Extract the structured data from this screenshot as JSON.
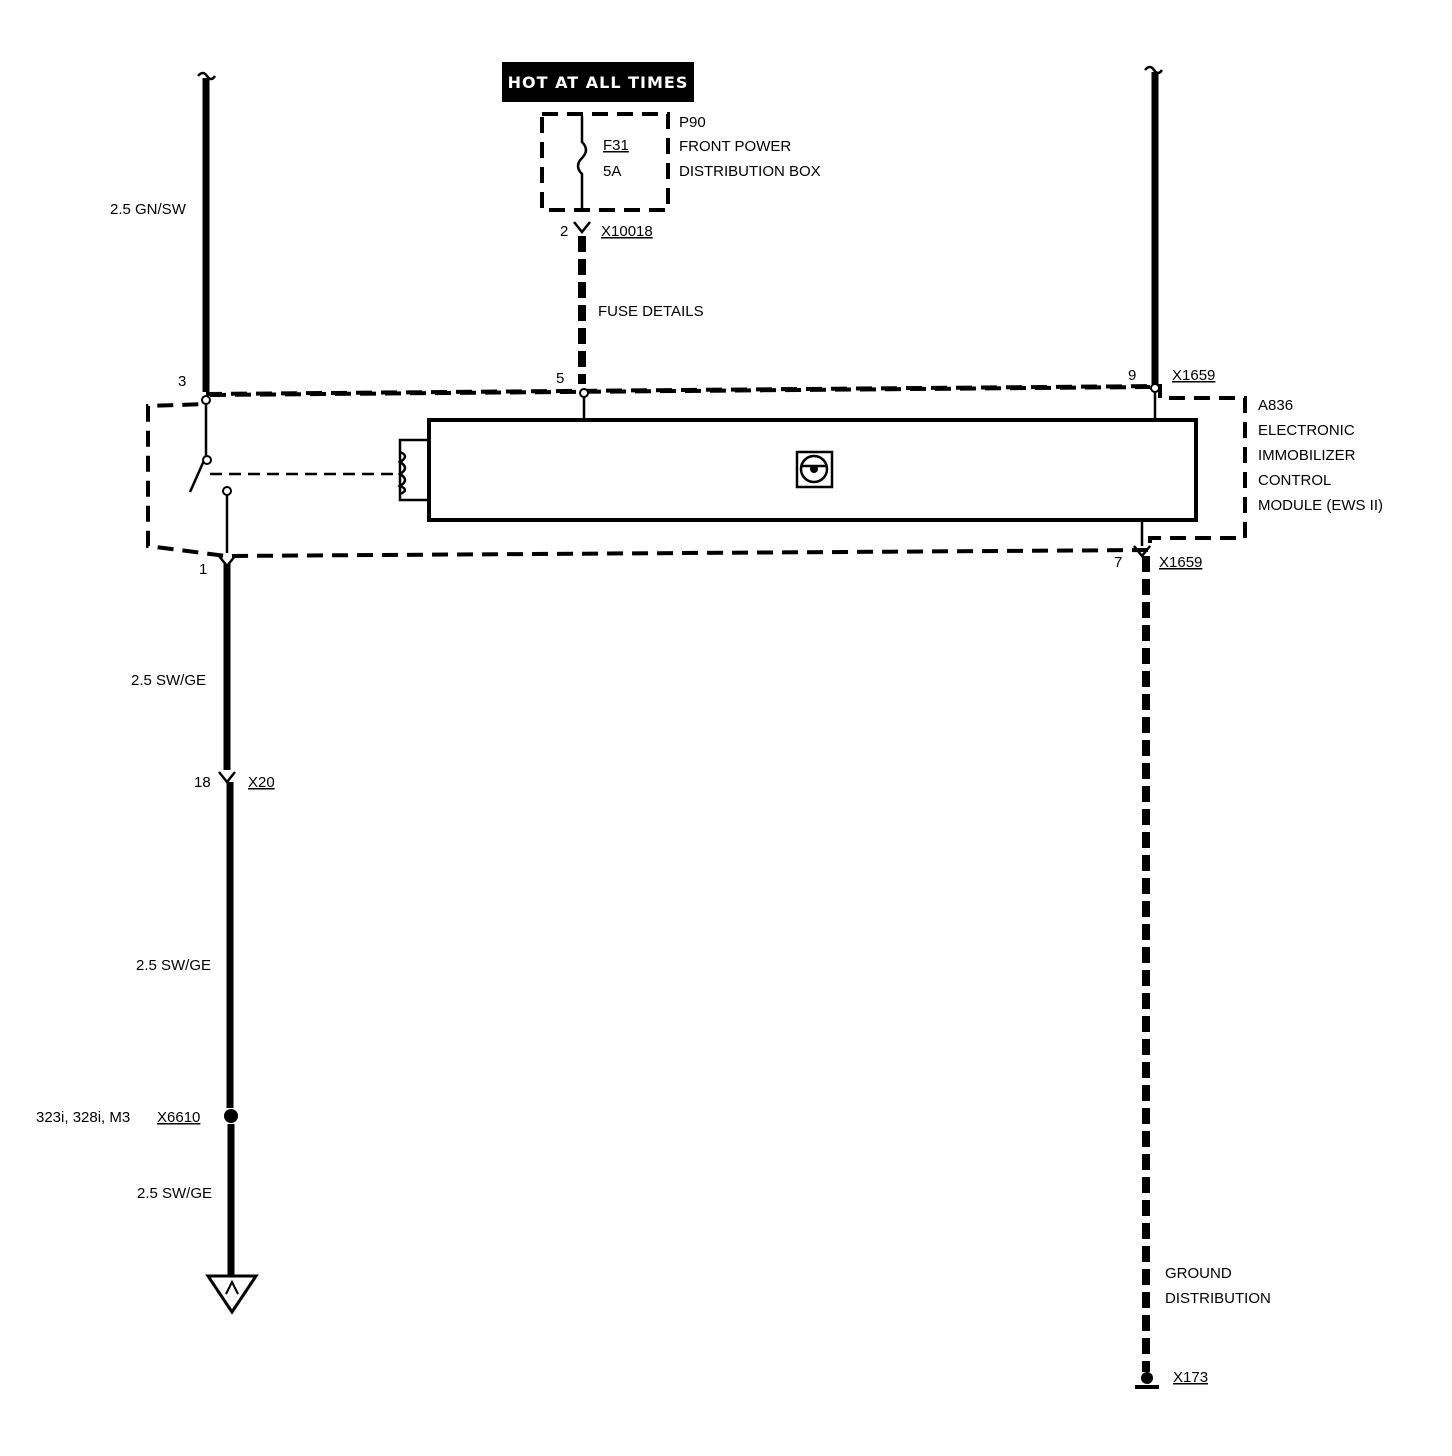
{
  "hot_label": "HOT AT ALL TIMES",
  "fuse_box": {
    "ref": "P90",
    "name_line1": "FRONT POWER",
    "name_line2": "DISTRIBUTION BOX",
    "fuse_id": "F31",
    "fuse_rating": "5A",
    "pin": "2",
    "connector": "X10018",
    "details": "FUSE DETAILS"
  },
  "module": {
    "ref": "A836",
    "name_line1": "ELECTRONIC",
    "name_line2": "IMMOBILIZER",
    "name_line3": "CONTROL",
    "name_line4": "MODULE (EWS II)",
    "pin_left_top": "3",
    "pin_center_top": "5",
    "pin_right_top": "9",
    "connector_top": "X1659",
    "pin_left_bottom": "1",
    "pin_right_bottom": "7",
    "connector_bottom": "X1659"
  },
  "wires": {
    "left_top": "2.5 GN/SW",
    "left_mid": "2.5 SW/GE",
    "left_low": "2.5 SW/GE",
    "left_bottom": "2.5 SW/GE"
  },
  "connectors": {
    "x20_pin": "18",
    "x20": "X20",
    "splice_models": "323i, 328i, M3",
    "splice": "X6610",
    "ground": "X173"
  },
  "ground_label_line1": "GROUND",
  "ground_label_line2": "DISTRIBUTION"
}
